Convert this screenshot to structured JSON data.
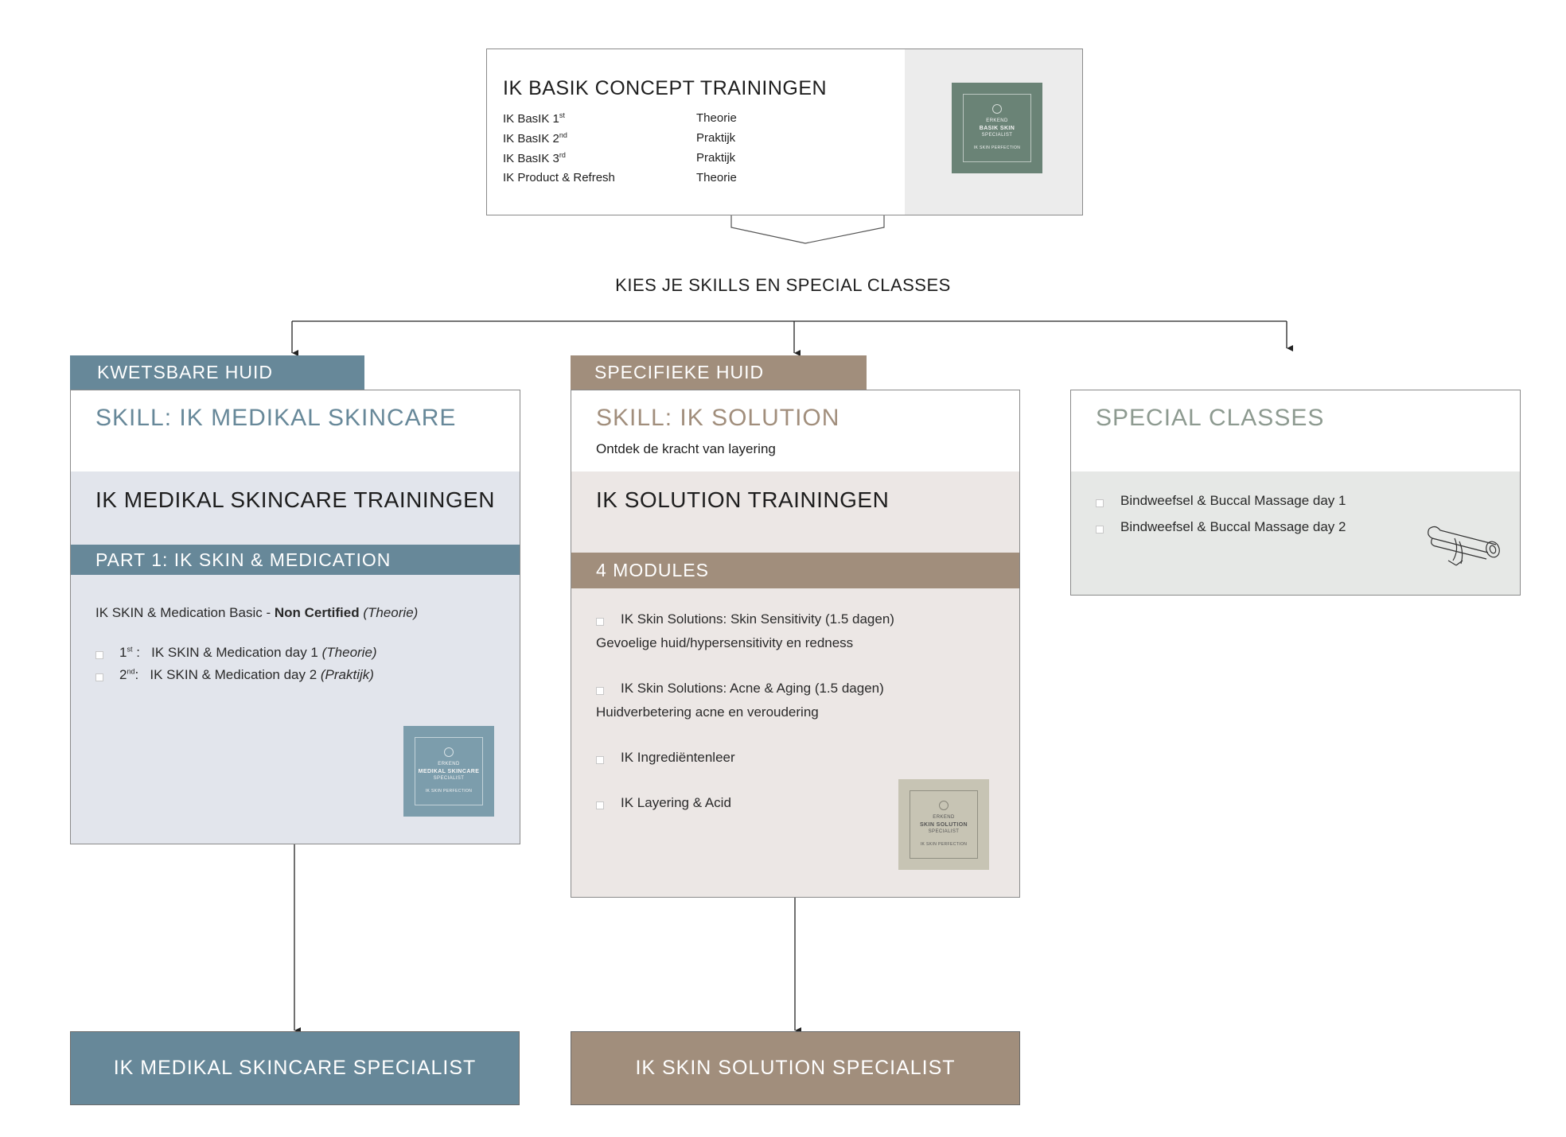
{
  "colors": {
    "blue": "#678899",
    "blue_light": "#e2e5ec",
    "taupe": "#a18e7c",
    "taupe_light": "#ece7e5",
    "sage": "#6a8376",
    "gray_light": "#e6e8e6",
    "special_title": "#8d9a90",
    "cert_blue": "#7c9dac",
    "cert_beige": "#c7c4b4"
  },
  "basik": {
    "title": "IK BASIK CONCEPT TRAININGEN",
    "rows": [
      {
        "label": "IK BasIK  1",
        "sup": "st",
        "value": "Theorie"
      },
      {
        "label": "IK BasIK  2",
        "sup": "nd",
        "value": "Praktijk"
      },
      {
        "label": "IK BasIK  3",
        "sup": "rd",
        "value": "Praktijk"
      },
      {
        "label": "IK Product & Refresh",
        "sup": "",
        "value": "Theorie"
      }
    ],
    "certificate": {
      "line1": "ERKEND",
      "line2": "BASIK SKIN",
      "line3": "SPECIALIST",
      "line4": "IK SKIN PERFECTION"
    }
  },
  "choose_label": "KIES JE SKILLS EN SPECIAL CLASSES",
  "medikal": {
    "tab": "KWETSBARE HUID",
    "skill_title": "SKILL: IK MEDIKAL SKINCARE",
    "training_title": "IK MEDIKAL SKINCARE TRAININGEN",
    "band": "PART 1:  IK SKIN & MEDICATION",
    "basic_prefix": "IK SKIN & Medication Basic - ",
    "basic_bold": "Non Certified",
    "basic_italic": "(Theorie)",
    "days": [
      {
        "num": "1",
        "sup": "st",
        "sep": " :   ",
        "text": "IK SKIN & Medication day 1 ",
        "italic": "(Theorie)"
      },
      {
        "num": "2",
        "sup": "nd",
        "sep": ":   ",
        "text": "IK SKIN & Medication day 2 ",
        "italic": "(Praktijk)"
      }
    ],
    "certificate": {
      "line1": "ERKEND",
      "line2": "MEDIKAL SKINCARE",
      "line3": "SPECIALIST",
      "line4": "IK SKIN PERFECTION"
    },
    "final": "IK MEDIKAL SKINCARE SPECIALIST"
  },
  "solution": {
    "tab": "SPECIFIEKE HUID",
    "skill_title": "SKILL: IK SOLUTION",
    "subtitle": "Ontdek de kracht van layering",
    "training_title": "IK SOLUTION TRAININGEN",
    "band": "4 MODULES",
    "modules": [
      {
        "title": "IK Skin Solutions: Skin Sensitivity (1.5 dagen)",
        "desc": "Gevoelige huid/hypersensitivity en redness"
      },
      {
        "title": "IK Skin Solutions: Acne & Aging (1.5 dagen)",
        "desc": "Huidverbetering acne en veroudering"
      },
      {
        "title": "IK Ingrediëntenleer",
        "desc": ""
      },
      {
        "title": "IK Layering & Acid",
        "desc": ""
      }
    ],
    "certificate": {
      "line1": "ERKEND",
      "line2": "SKIN SOLUTION",
      "line3": "SPECIALIST",
      "line4": "IK SKIN PERFECTION"
    },
    "final": "IK SKIN SOLUTION SPECIALIST"
  },
  "special": {
    "title": "SPECIAL CLASSES",
    "items": [
      "Bindweefsel & Buccal Massage day 1",
      "Bindweefsel & Buccal Massage day 2"
    ],
    "icon": "diploma-scroll-icon"
  }
}
